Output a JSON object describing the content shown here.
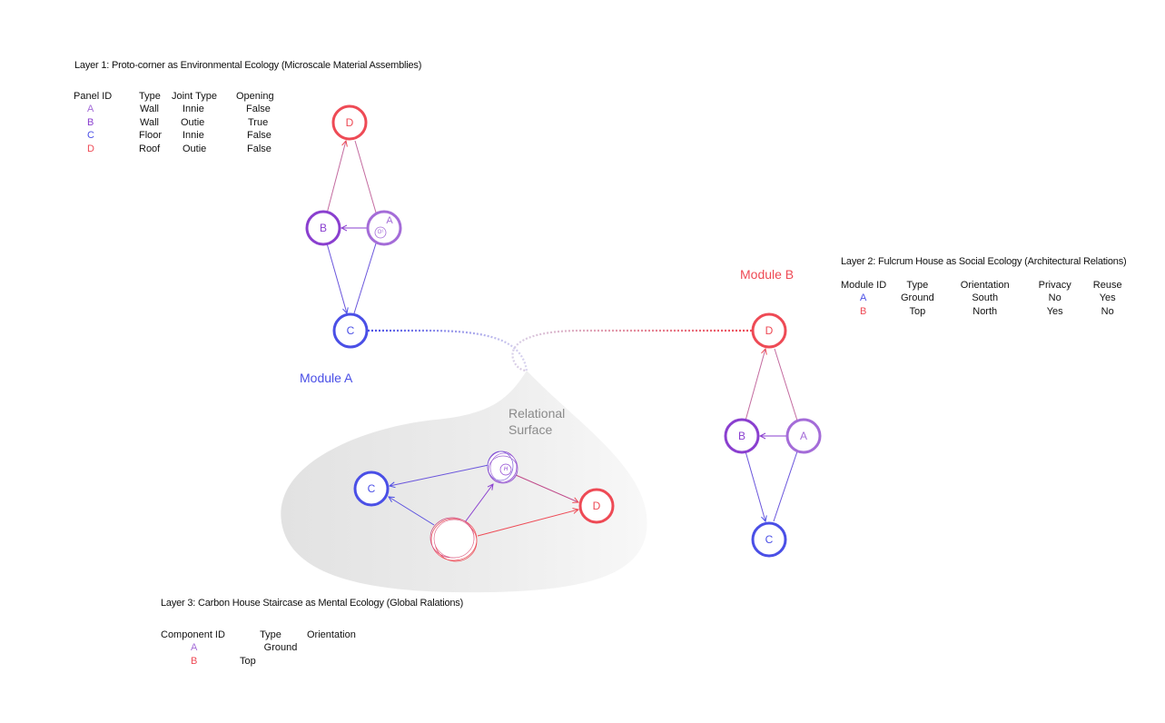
{
  "colors": {
    "purple_light": "#a46cd8",
    "purple": "#8a3fcf",
    "blue": "#4a4fe6",
    "red": "#ee4a55",
    "gray_text": "#8a8a8a"
  },
  "layer1": {
    "title": "Layer 1: Proto-corner as Environmental Ecology (Microscale Material Assemblies)",
    "headers": [
      "Panel ID",
      "Type",
      "Joint Type",
      "Opening"
    ],
    "rows": [
      {
        "id": "A",
        "type": "Wall",
        "joint": "Innie",
        "opening": "False"
      },
      {
        "id": "B",
        "type": "Wall",
        "joint": "Outie",
        "opening": "True"
      },
      {
        "id": "C",
        "type": "Floor",
        "joint": "Innie",
        "opening": "False"
      },
      {
        "id": "D",
        "type": "Roof",
        "joint": "Outie",
        "opening": "False"
      }
    ]
  },
  "layer2": {
    "title": "Layer 2: Fulcrum House as Social Ecology (Architectural Relations)",
    "headers": [
      "Module ID",
      "Type",
      "Orientation",
      "Privacy",
      "Reuse"
    ],
    "rows": [
      {
        "id": "A",
        "type": "Ground",
        "orientation": "South",
        "privacy": "No",
        "reuse": "Yes"
      },
      {
        "id": "B",
        "type": "Top",
        "orientation": "North",
        "privacy": "Yes",
        "reuse": "No"
      }
    ]
  },
  "layer3": {
    "title": "Layer 3: Carbon House Staircase as Mental Ecology (Global Ralations)",
    "headers": [
      "Component ID",
      "Type",
      "Orientation"
    ],
    "rows": [
      {
        "id": "A",
        "type": "Ground",
        "orientation": ""
      },
      {
        "id": "B",
        "type": "Top",
        "orientation": ""
      }
    ]
  },
  "module_a": {
    "label": "Module A",
    "nodes": {
      "a": "A",
      "a_inner": "O¹",
      "b": "B",
      "c": "C",
      "d": "D"
    }
  },
  "module_b": {
    "label": "Module B",
    "nodes": {
      "a": "A",
      "b": "B",
      "c": "C",
      "d": "D"
    }
  },
  "relational_surface": {
    "label_line1": "Relational",
    "label_line2": "Surface",
    "nodes": {
      "c": "C",
      "d": "D",
      "h_inner": "H"
    }
  }
}
